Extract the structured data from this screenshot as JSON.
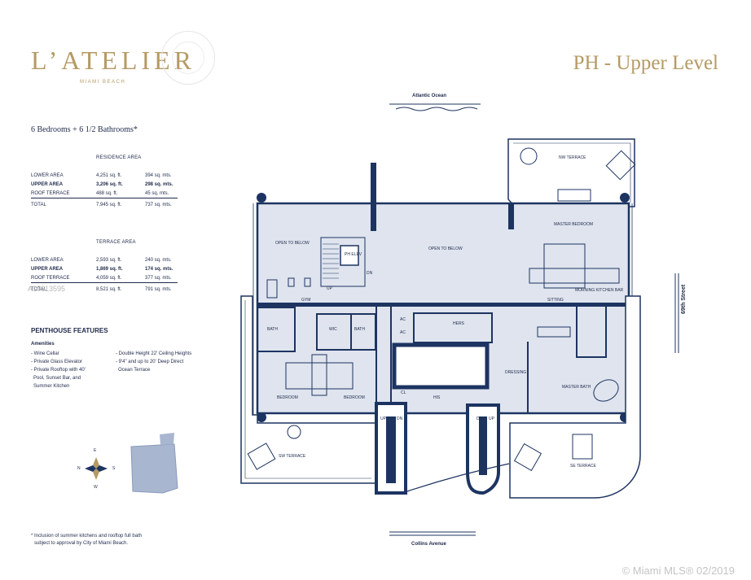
{
  "brand": {
    "name": "L’ATELIER",
    "location": "MIAMI BEACH"
  },
  "title": "PH - Upper Level",
  "bedrooms_bathrooms": "6 Bedrooms + 6 1/2 Bathrooms*",
  "residence_area": {
    "heading": "RESIDENCE AREA",
    "rows": [
      {
        "label": "LOWER AREA",
        "sqft": "4,251 sq. ft.",
        "sqm": "394 sq. mts.",
        "bold": false
      },
      {
        "label": "UPPER AREA",
        "sqft": "3,206 sq. ft.",
        "sqm": "298 sq. mts.",
        "bold": true
      },
      {
        "label": "ROOF TERRACE",
        "sqft": "488 sq. ft.",
        "sqm": "45 sq. mts.",
        "bold": false
      }
    ],
    "total": {
      "label": "TOTAL",
      "sqft": "7,945 sq. ft.",
      "sqm": "737 sq. mts."
    }
  },
  "terrace_area": {
    "heading": "TERRACE AREA",
    "rows": [
      {
        "label": "LOWER AREA",
        "sqft": "2,593 sq. ft.",
        "sqm": "240 sq. mts.",
        "bold": false
      },
      {
        "label": "UPPER AREA",
        "sqft": "1,869 sq. ft.",
        "sqm": "174 sq. mts.",
        "bold": true
      },
      {
        "label": "ROOF TERRACE",
        "sqft": "4,059 sq. ft.",
        "sqm": "377 sq. mts.",
        "bold": false
      }
    ],
    "total": {
      "label": "TOTAL",
      "sqft": "8,521 sq. ft.",
      "sqm": "791 sq. mts."
    }
  },
  "features": {
    "heading": "PENTHOUSE FEATURES",
    "amenities_heading": "Amenities",
    "left": [
      "- Wine Cellar",
      "- Private Glass Elevator",
      "- Private Rooftop with 40'",
      "  Pool, Sunset Bar, and",
      "  Summer Kitchen"
    ],
    "right": [
      "- Double Height 22' Ceiling Heights",
      "- 9'4\" and up to 20' Deep Direct",
      "  Ocean Terrace"
    ]
  },
  "footnote": [
    "* Inclusion of summer kitchens and rooftop full bath",
    "  subject to approval by City of Miami Beach."
  ],
  "compass": {
    "n": "N",
    "s": "S",
    "e": "E",
    "w": "W"
  },
  "plan_labels": {
    "atlantic_ocean": "Atlantic Ocean",
    "collins_avenue": "Collins Avenue",
    "street_69": "69th Street",
    "open_to_below_1": "OPEN TO BELOW",
    "open_to_below_2": "OPEN TO BELOW",
    "ph_elev": "PH ELEV",
    "gym": "GYM",
    "wic": "WIC",
    "bath_1": "BATH",
    "bath_2": "BATH",
    "bedroom_1": "BEDROOM",
    "bedroom_2": "BEDROOM",
    "hers": "HERS",
    "his": "HIS",
    "master_bedroom": "MASTER BEDROOM",
    "sitting": "SITTING",
    "morning_kitchen": "MORNING KITCHEN BAR",
    "dressing": "DRESSING",
    "master_bath": "MASTER BATH",
    "sw_terrace": "SW TERRACE",
    "se_terrace": "SE TERRACE",
    "nw_terrace": "NW TERRACE",
    "up": "UP",
    "dn": "DN",
    "cl": "CL",
    "ac": "AC"
  },
  "watermark": {
    "listing_id": "A10613595",
    "copyright": "© Miami MLS® 02/2019"
  },
  "colors": {
    "wall": "#1d3461",
    "room": "#dfe4ee",
    "gold": "#b59a64",
    "text": "#1f2a4a",
    "keyplan": "#a9b6cf"
  }
}
